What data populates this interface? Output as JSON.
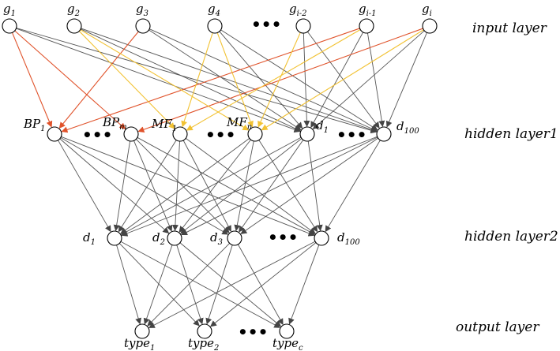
{
  "colors": {
    "edge_default": "#555555",
    "edge_bp": "#e0522a",
    "edge_mf": "#f2c233",
    "arrow_dark": "#444444"
  },
  "layers": {
    "input": {
      "label": "input layer",
      "nodes": [
        {
          "id": "g1",
          "base": "g",
          "sub": "1"
        },
        {
          "id": "g2",
          "base": "g",
          "sub": "2"
        },
        {
          "id": "g3",
          "base": "g",
          "sub": "3"
        },
        {
          "id": "g4",
          "base": "g",
          "sub": "4"
        },
        {
          "id": "gi2",
          "base": "g",
          "sub": "i-2"
        },
        {
          "id": "gi1",
          "base": "g",
          "sub": "i-1"
        },
        {
          "id": "gi",
          "base": "g",
          "sub": "i"
        }
      ],
      "ellipsis": "•••"
    },
    "hidden1": {
      "label": "hidden layer1",
      "nodes": [
        {
          "id": "bp1",
          "base": "BP",
          "sub": "1"
        },
        {
          "id": "bpm",
          "base": "BP",
          "sub": "m"
        },
        {
          "id": "mf1",
          "base": "MF",
          "sub": "1"
        },
        {
          "id": "mfn",
          "base": "MF",
          "sub": "n"
        },
        {
          "id": "h1d1",
          "base": "d",
          "sub": "1"
        },
        {
          "id": "h1d100",
          "base": "d",
          "sub": "100"
        }
      ],
      "ellipsis": "•••"
    },
    "hidden2": {
      "label": "hidden layer2",
      "nodes": [
        {
          "id": "h2d1",
          "base": "d",
          "sub": "1"
        },
        {
          "id": "h2d2",
          "base": "d",
          "sub": "2"
        },
        {
          "id": "h2d3",
          "base": "d",
          "sub": "3"
        },
        {
          "id": "h2d100",
          "base": "d",
          "sub": "100"
        }
      ],
      "ellipsis": "•••"
    },
    "output": {
      "label": "output layer",
      "nodes": [
        {
          "id": "t1",
          "base": "type",
          "sub": "1"
        },
        {
          "id": "t2",
          "base": "type",
          "sub": "2"
        },
        {
          "id": "tc",
          "base": "type",
          "sub": "c"
        }
      ],
      "ellipsis": "•••"
    }
  },
  "edges_colored": [
    {
      "from": "g1",
      "to": "bp1",
      "color": "bp"
    },
    {
      "from": "g1",
      "to": "bpm",
      "color": "bp"
    },
    {
      "from": "g3",
      "to": "bp1",
      "color": "bp"
    },
    {
      "from": "gi1",
      "to": "bp1",
      "color": "bp"
    },
    {
      "from": "gi",
      "to": "bpm",
      "color": "bp"
    },
    {
      "from": "g2",
      "to": "mf1",
      "color": "mf"
    },
    {
      "from": "g2",
      "to": "mfn",
      "color": "mf"
    },
    {
      "from": "g4",
      "to": "mf1",
      "color": "mf"
    },
    {
      "from": "g4",
      "to": "mfn",
      "color": "mf"
    },
    {
      "from": "gi2",
      "to": "mfn",
      "color": "mf"
    },
    {
      "from": "gi",
      "to": "mfn",
      "color": "mf"
    },
    {
      "from": "gi1",
      "to": "mf1",
      "color": "mf"
    }
  ],
  "edges_gray_input": [
    {
      "from": "g1",
      "to": "h1d1"
    },
    {
      "from": "g1",
      "to": "h1d100"
    },
    {
      "from": "g2",
      "to": "h1d1"
    },
    {
      "from": "g2",
      "to": "h1d100"
    },
    {
      "from": "g3",
      "to": "h1d1"
    },
    {
      "from": "g3",
      "to": "h1d100"
    },
    {
      "from": "g4",
      "to": "h1d1"
    },
    {
      "from": "g4",
      "to": "h1d100"
    },
    {
      "from": "gi2",
      "to": "h1d1"
    },
    {
      "from": "gi2",
      "to": "h1d100"
    },
    {
      "from": "gi1",
      "to": "h1d1"
    },
    {
      "from": "gi1",
      "to": "h1d100"
    },
    {
      "from": "gi",
      "to": "h1d1"
    },
    {
      "from": "gi",
      "to": "h1d100"
    }
  ],
  "edges_full": [
    {
      "from_layer": "hidden1",
      "to_layer": "hidden2"
    },
    {
      "from_layer": "hidden2",
      "to_layer": "output"
    }
  ]
}
